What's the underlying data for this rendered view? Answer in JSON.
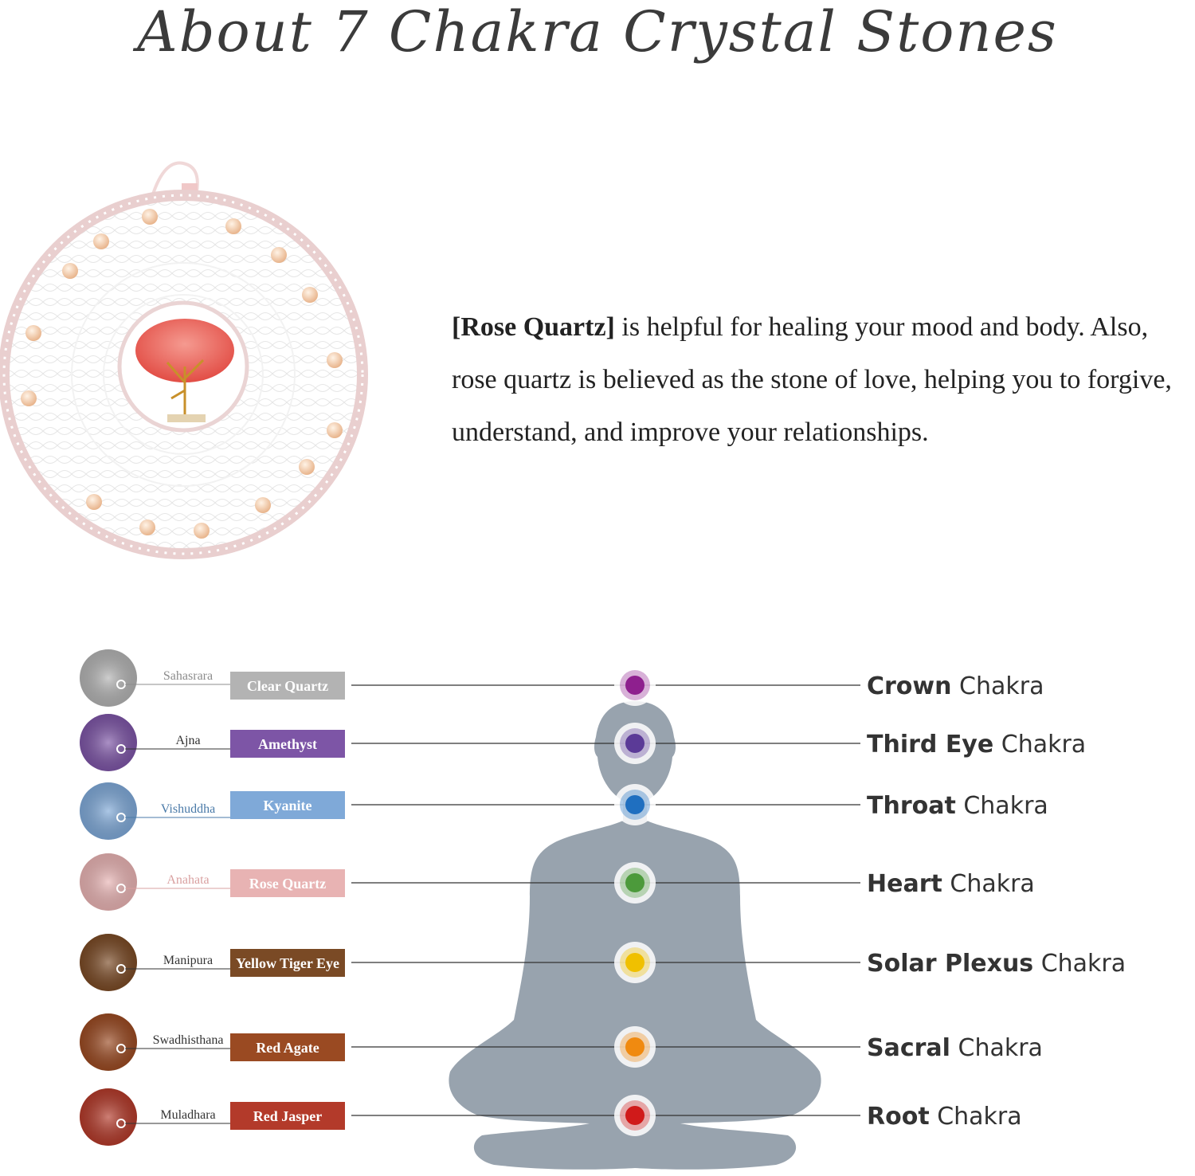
{
  "title": "About 7  Chakra Crystal Stones",
  "description": {
    "highlight": "[Rose Quartz]",
    "text": " is helpful for healing your mood and body. Also, rose quartz is believed as the stone of love, helping you to forgive, understand, and improve your relationships."
  },
  "chakras": [
    {
      "sanskrit": "Sahasrara",
      "stone": "Clear Quartz",
      "name_bold": "Crown",
      "name_rest": " Chakra",
      "stone_color": "#b3b3b3",
      "dot_color": "#8e1f8e",
      "label_color": "#8c8c8c"
    },
    {
      "sanskrit": "Ajna",
      "stone": "Amethyst",
      "name_bold": "Third Eye",
      "name_rest": " Chakra",
      "stone_color": "#7d55a6",
      "dot_color": "#5b3a97",
      "label_color": "#333333"
    },
    {
      "sanskrit": "Vishuddha",
      "stone": "Kyanite",
      "name_bold": "Throat",
      "name_rest": " Chakra",
      "stone_color": "#7fa9d8",
      "dot_color": "#1f6fc0",
      "label_color": "#4a7aa8"
    },
    {
      "sanskrit": "Anahata",
      "stone": "Rose Quartz",
      "name_bold": "Heart",
      "name_rest": " Chakra",
      "stone_color": "#e8b3b3",
      "dot_color": "#4c9a3b",
      "label_color": "#d9a0a0"
    },
    {
      "sanskrit": "Manipura",
      "stone": "Yellow Tiger Eye",
      "name_bold": "Solar Plexus",
      "name_rest": " Chakra",
      "stone_color": "#7a4a25",
      "dot_color": "#f0c000",
      "label_color": "#333333"
    },
    {
      "sanskrit": "Swadhisthana",
      "stone": "Red Agate",
      "name_bold": "Sacral",
      "name_rest": " Chakra",
      "stone_color": "#9a4a22",
      "dot_color": "#f08a10",
      "label_color": "#333333"
    },
    {
      "sanskrit": "Muladhara",
      "stone": "Red Jasper",
      "name_bold": "Root",
      "name_rest": " Chakra",
      "stone_color": "#b33a2a",
      "dot_color": "#d01a1a",
      "label_color": "#333333"
    }
  ],
  "colors": {
    "figure": "#98a3ae",
    "line": "#333333"
  }
}
